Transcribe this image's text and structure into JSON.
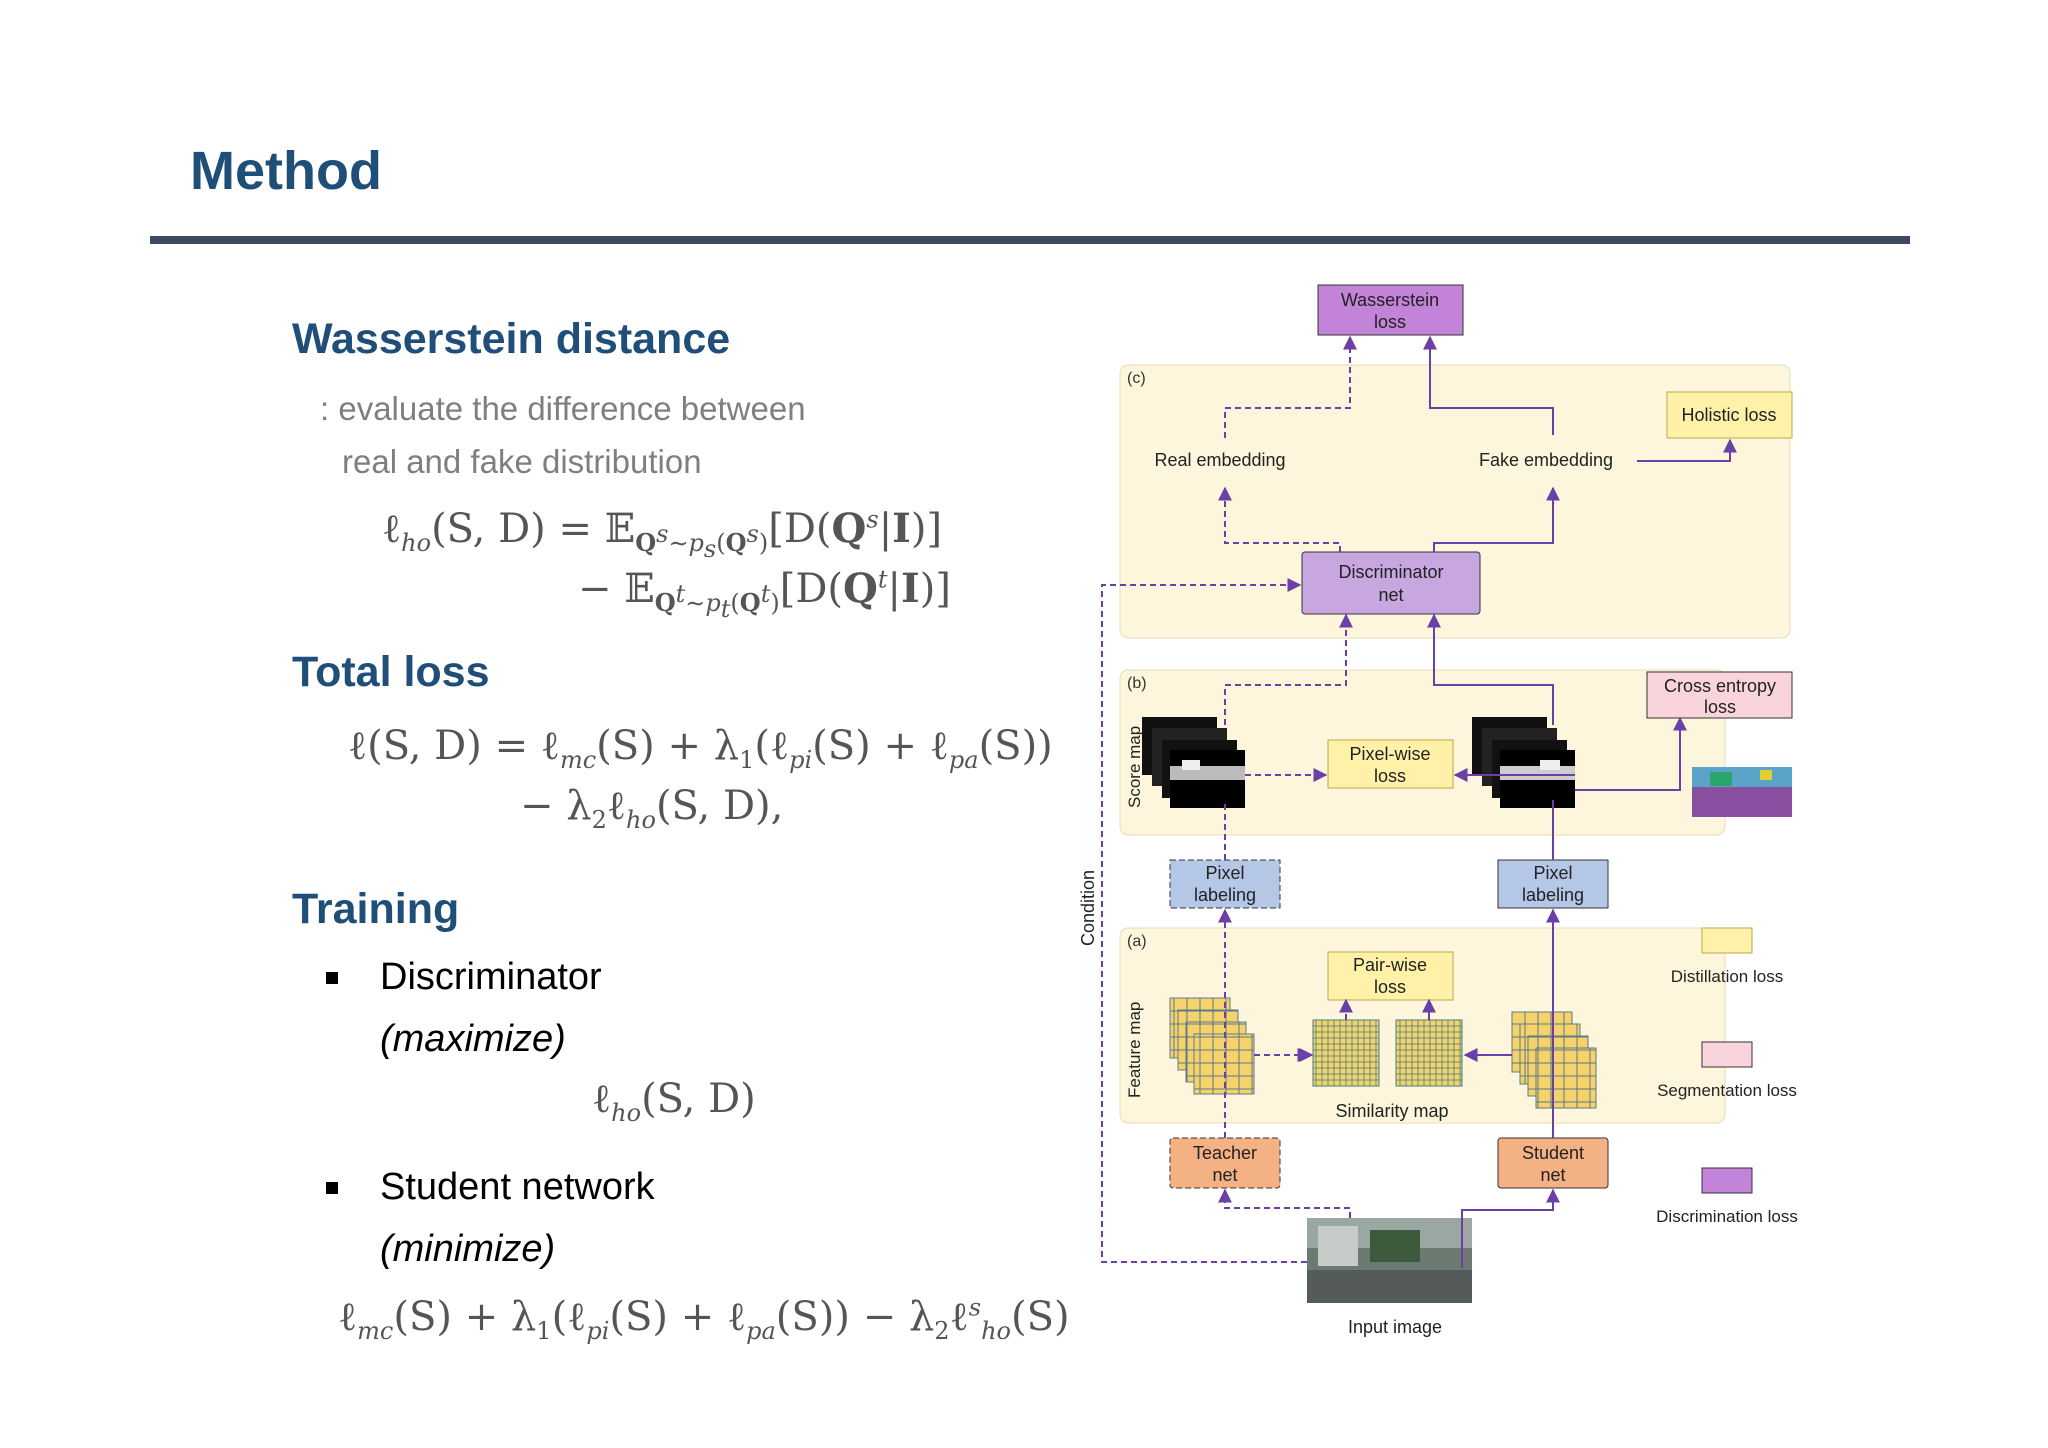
{
  "slide": {
    "title": "Method"
  },
  "wasserstein": {
    "heading": "Wasserstein distance",
    "desc_line1": ": evaluate the difference between",
    "desc_line2": "real and fake distribution"
  },
  "total_loss": {
    "heading": "Total loss"
  },
  "training": {
    "heading": "Training",
    "items": [
      {
        "label": "Discriminator",
        "note": "(maximize)"
      },
      {
        "label": "Student network",
        "note": "(minimize)"
      }
    ]
  },
  "diagram": {
    "boxes": {
      "wasserstein_loss": [
        "Wasserstein",
        "loss"
      ],
      "holistic_loss": "Holistic loss",
      "real_embedding": "Real embedding",
      "fake_embedding": "Fake embedding",
      "discriminator_net": [
        "Discriminator",
        "net"
      ],
      "cross_entropy_loss": [
        "Cross entropy",
        "loss"
      ],
      "pixel_wise_loss": [
        "Pixel-wise",
        "loss"
      ],
      "pixel_labeling": [
        "Pixel",
        "labeling"
      ],
      "pair_wise_loss": [
        "Pair-wise",
        "loss"
      ],
      "teacher_net": [
        "Teacher",
        "net"
      ],
      "student_net": [
        "Student",
        "net"
      ]
    },
    "labels": {
      "panel_c": "(c)",
      "panel_b": "(b)",
      "panel_a": "(a)",
      "score_map": "Score map",
      "feature_map": "Feature map",
      "condition": "Condition",
      "similarity_map": "Similarity map",
      "input_image": "Input image"
    },
    "legend": [
      {
        "label": "Distillation loss",
        "color": "#fff2a8"
      },
      {
        "label": "Segmentation loss",
        "color": "#fad4dc"
      },
      {
        "label": "Discrimination loss",
        "color": "#c383d8"
      }
    ],
    "colors": {
      "arrow": "#6a3fa6",
      "panel_bg": "#fdf6dc",
      "teacher": "#f4b183",
      "pixel": "#b4c7e7",
      "feature": "#f5d36a"
    }
  }
}
